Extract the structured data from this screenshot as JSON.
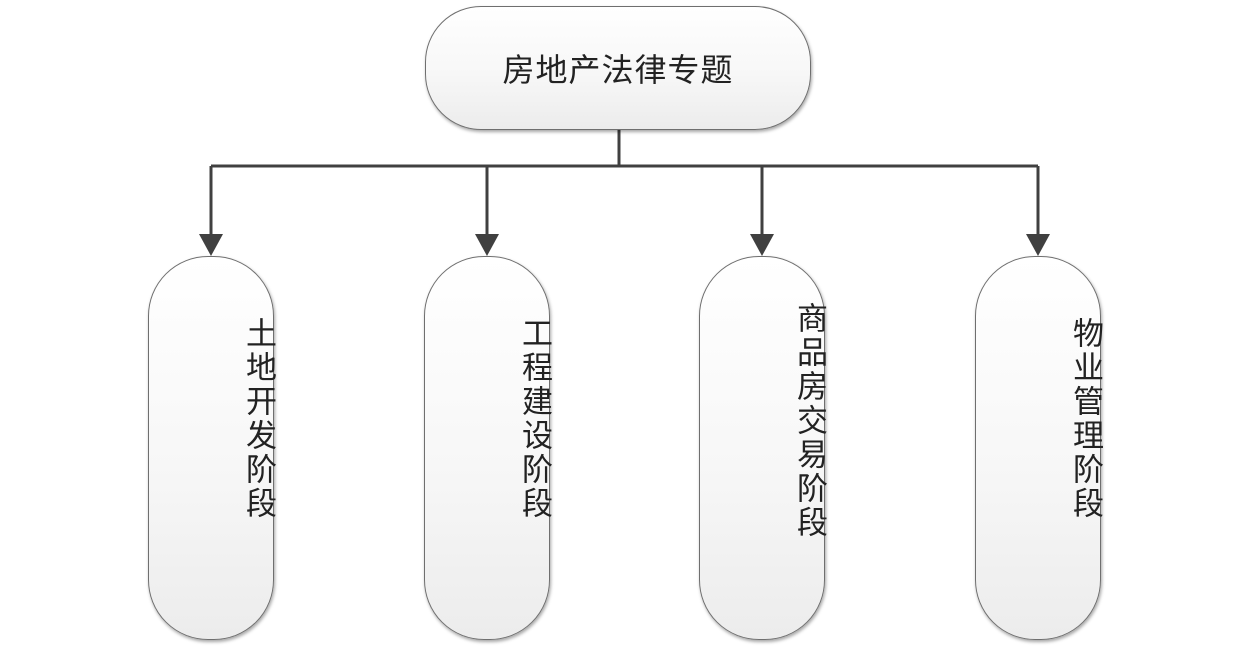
{
  "diagram": {
    "root": {
      "label": "房地产法律专题"
    },
    "stages": [
      {
        "label": "土地开发阶段"
      },
      {
        "label": "工程建设阶段"
      },
      {
        "label": "商品房交易阶段"
      },
      {
        "label": "物业管理阶段"
      }
    ],
    "colors": {
      "connector": "#404040",
      "node_border": "#6f6f6f",
      "text": "#222222"
    }
  }
}
